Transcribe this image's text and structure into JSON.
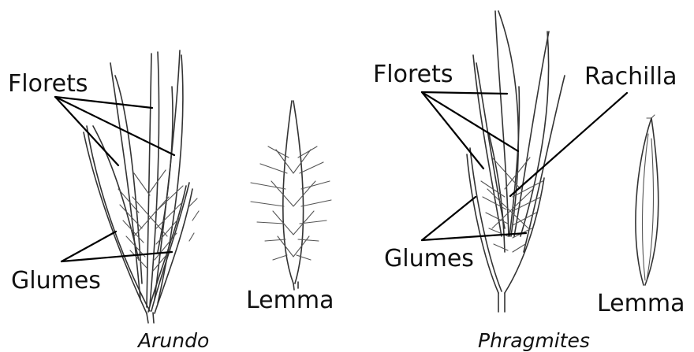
{
  "panels": [
    {
      "caption": "Arundo",
      "labels": {
        "florets": "Florets",
        "glumes": "Glumes",
        "lemma": "Lemma"
      }
    },
    {
      "caption": "Phragmites",
      "labels": {
        "florets": "Florets",
        "rachilla": "Rachilla",
        "glumes": "Glumes",
        "lemma": "Lemma"
      }
    }
  ]
}
